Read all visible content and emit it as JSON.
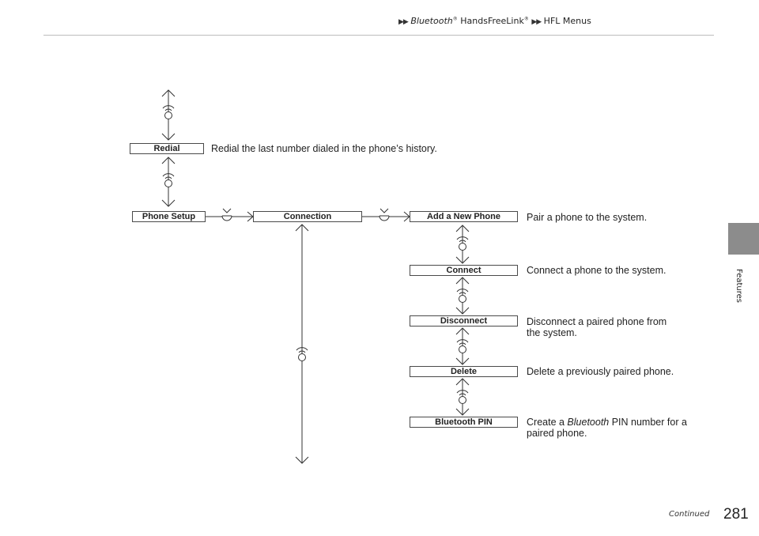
{
  "header": {
    "crumb_1_em": "Bluetooth",
    "crumb_1_rest": " HandsFreeLink",
    "crumb_2": "HFL Menus",
    "reg_mark": "®",
    "arrow_glyph": "▶▶"
  },
  "side_tab": {
    "label": "Features"
  },
  "menu": {
    "redial": {
      "label": "Redial",
      "description": "Redial the last number dialed in the phone’s history."
    },
    "phone_setup": {
      "label": "Phone Setup"
    },
    "connection": {
      "label": "Connection"
    },
    "add_new_phone": {
      "label": "Add a New Phone",
      "description": "Pair a phone to the system."
    },
    "connect": {
      "label": "Connect",
      "description": "Connect a phone to the system."
    },
    "disconnect": {
      "label": "Disconnect",
      "description_line1": "Disconnect a paired phone from",
      "description_line2": "the system."
    },
    "delete": {
      "label": "Delete",
      "description": "Delete a previously paired phone."
    },
    "bluetooth_pin": {
      "label": "Bluetooth PIN",
      "description_pre": "Create a ",
      "description_em": "Bluetooth",
      "description_post": " PIN number for a",
      "description_line2": "paired phone."
    }
  },
  "icons": {
    "rotate": "knob-rotate-icon",
    "press": "knob-press-icon",
    "arrow": "arrow-icon"
  },
  "footer": {
    "continued": "Continued",
    "page_number": "281"
  }
}
